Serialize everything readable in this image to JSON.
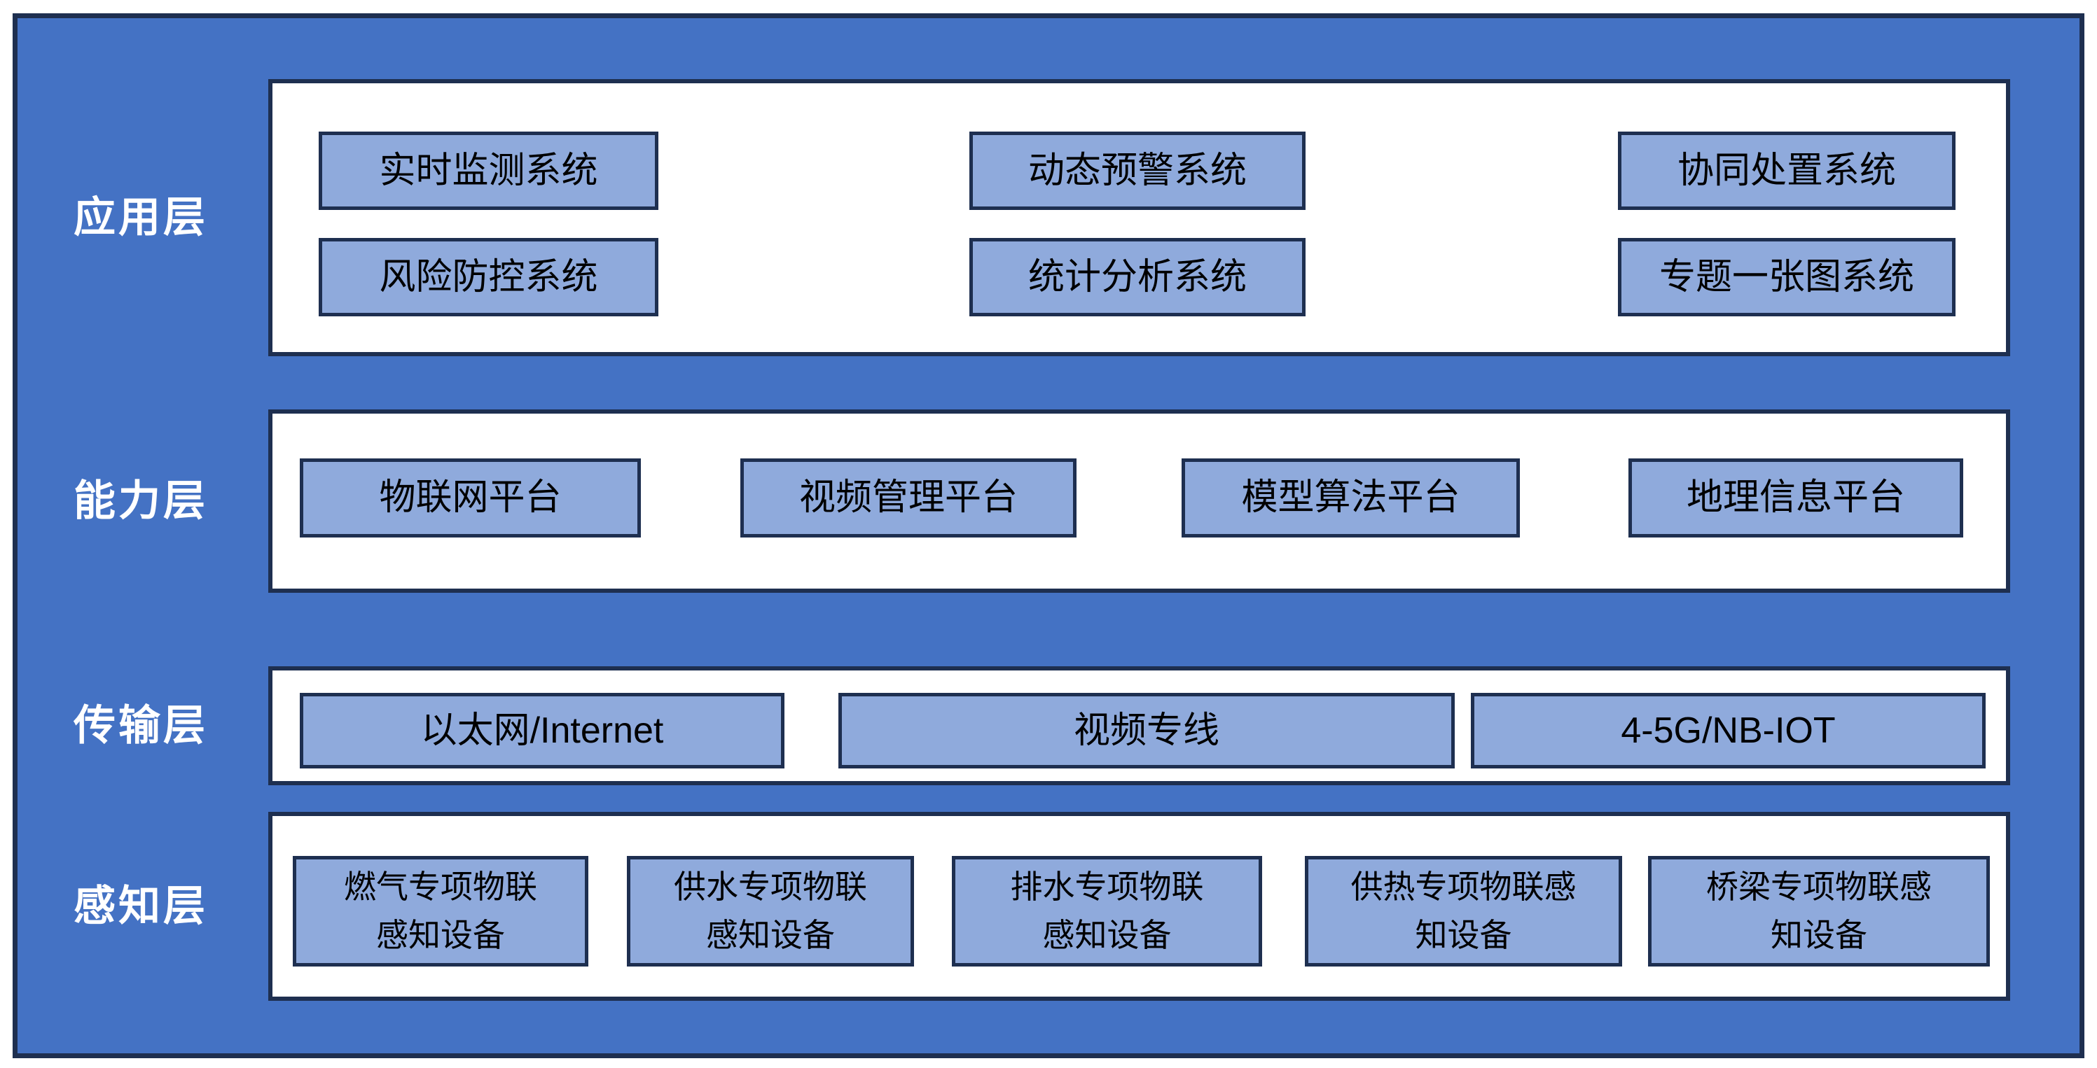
{
  "colors": {
    "background_blue": "#4472C4",
    "box_fill_blue": "#8FAADC",
    "border_navy": "#1E2F50",
    "panel_white": "#FFFFFF",
    "layer_label_text": "#FFFFFF",
    "box_text": "#000000"
  },
  "layers": [
    {
      "label": "应用层",
      "boxes": [
        "实时监测系统",
        "动态预警系统",
        "协同处置系统",
        "风险防控系统",
        "统计分析系统",
        "专题一张图系统"
      ]
    },
    {
      "label": "能力层",
      "boxes": [
        "物联网平台",
        "视频管理平台",
        "模型算法平台",
        "地理信息平台"
      ]
    },
    {
      "label": "传输层",
      "boxes": [
        "以太网/Internet",
        "视频专线",
        "4-5G/NB-IOT"
      ]
    },
    {
      "label": "感知层",
      "boxes": [
        "燃气专项物联\n感知设备",
        "供水专项物联\n感知设备",
        "排水专项物联\n感知设备",
        "供热专项物联感\n知设备",
        "桥梁专项物联感\n知设备"
      ]
    }
  ]
}
